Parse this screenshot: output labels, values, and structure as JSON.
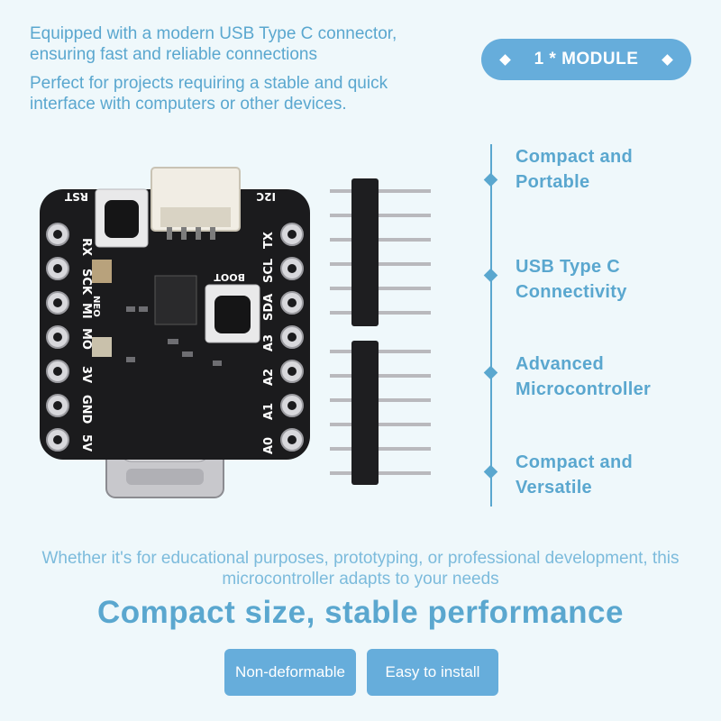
{
  "intro": {
    "line1": "Equipped with a modern USB Type C connector, ensuring fast and reliable connections",
    "line2": "Perfect for projects requiring a stable and quick interface with computers or other devices."
  },
  "badge": {
    "label": "1 * MODULE"
  },
  "features": [
    {
      "title": "Compact and Portable",
      "icon": "diamond-bullet"
    },
    {
      "title": "USB Type C Connectivity",
      "icon": "diamond-bullet"
    },
    {
      "title": "Advanced Microcontroller",
      "icon": "diamond-bullet"
    },
    {
      "title": "Compact and Versatile",
      "icon": "diamond-bullet"
    }
  ],
  "board": {
    "left_pins": [
      "RX",
      "SCK",
      "MI",
      "MO",
      "3V",
      "GND",
      "5V"
    ],
    "right_pins": [
      "TX",
      "SCL",
      "SDA",
      "A3",
      "A2",
      "A1",
      "A0"
    ],
    "top_labels": [
      "RST",
      "I2C"
    ],
    "buttons": [
      "BOOT"
    ],
    "chip_label": "NEO"
  },
  "subtext": "Whether it's for educational purposes, prototyping, or professional development, this microcontroller adapts to your needs",
  "headline": "Compact size, stable performance",
  "pills": [
    "Non-deformable",
    "Easy to install"
  ],
  "colors": {
    "accent": "#66addb",
    "text": "#5aa7cf",
    "background": "#eff8fb",
    "board": "#1b1b1d"
  }
}
